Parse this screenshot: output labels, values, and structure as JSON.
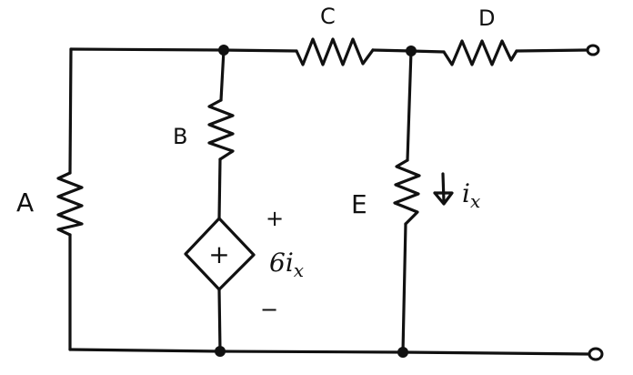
{
  "labels": {
    "resistor_a": "A",
    "resistor_b": "B",
    "resistor_c": "C",
    "resistor_d": "D",
    "resistor_e": "E"
  },
  "dependent_source": {
    "inner_symbol": "+",
    "polarity_plus": "+",
    "polarity_minus": "−",
    "value_coeff": "6",
    "value_var": "i",
    "value_sub": "x"
  },
  "current_label": {
    "var": "i",
    "sub": "x"
  },
  "colors": {
    "ink": "#111111",
    "background": "#ffffff"
  }
}
